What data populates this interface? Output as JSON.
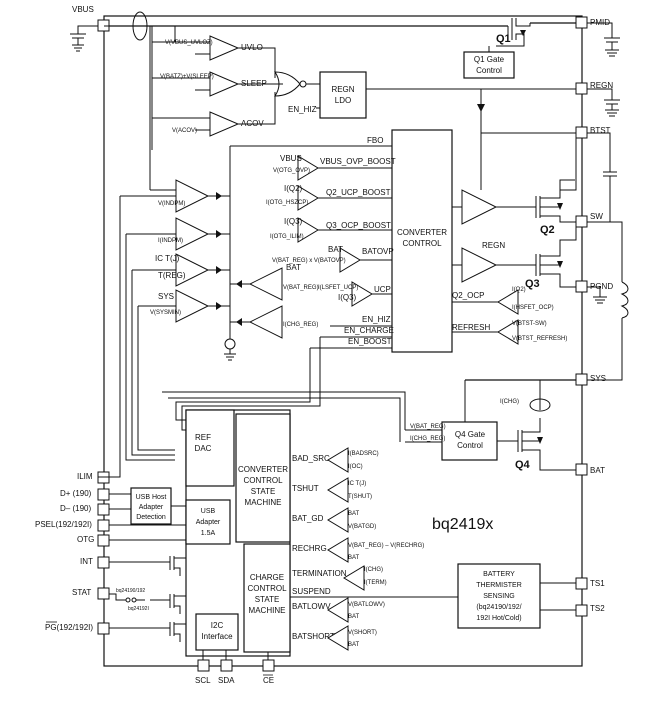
{
  "pins_left": {
    "vbus": "VBUS",
    "ilim": "ILIM",
    "dplus": "D+ (190)",
    "dminus": "D– (190)",
    "psel": "PSEL(192/192I)",
    "otg": "OTG",
    "int": "INT",
    "stat": "STAT",
    "pg": "PG(192/192I)"
  },
  "pins_right": {
    "pmid": "PMID",
    "regn": "REGN",
    "btst": "BTST",
    "sw": "SW",
    "pgnd": "PGND",
    "sys": "SYS",
    "bat": "BAT",
    "ts1": "TS1",
    "ts2": "TS2"
  },
  "pins_bottom": {
    "scl": "SCL",
    "sda": "SDA",
    "ce": "CE"
  },
  "part_number": "bq2419x",
  "transistors": {
    "q1": "Q1",
    "q2": "Q2",
    "q3": "Q3",
    "q4": "Q4"
  },
  "blocks": {
    "q1_gate": [
      "Q1 Gate",
      "Control"
    ],
    "regn_ldo": [
      "REGN",
      "LDO"
    ],
    "converter_control": [
      "CONVERTER",
      "CONTROL"
    ],
    "q4_gate": [
      "Q4 Gate",
      "Control"
    ],
    "ref_dac": [
      "REF",
      "DAC"
    ],
    "converter_sm": [
      "CONVERTER",
      "CONTROL",
      "STATE",
      "MACHINE"
    ],
    "charge_sm": [
      "CHARGE",
      "CONTROL",
      "STATE",
      "MACHINE"
    ],
    "usb_detect": [
      "USB Host",
      "Adapter",
      "Detection"
    ],
    "usb_adapter": [
      "USB",
      "Adapter",
      "1.5A"
    ],
    "i2c": [
      "I2C",
      "Interface"
    ],
    "thermistor": [
      "BATTERY",
      "THERMISTER",
      "SENSING",
      "(bq24190/192/",
      "192I Hot/Cold)"
    ]
  },
  "signals": {
    "uvlo": "UVLO",
    "sleep": "SLEEP",
    "acov": "ACOV",
    "en_hiz_top": "EN_HIZ",
    "fbo": "FBO",
    "vbus_uvloz": "V(VBUS_UVLOZ)",
    "vbat_vsleep": "V(BATZ)+V(SLEEP)",
    "vacov": "V(ACOV)",
    "vbus": "VBUS",
    "votg_ovp": "V(OTG_OVP)",
    "vbus_ovp_boost": "VBUS_OVP_BOOST",
    "iq2": "I(Q2)",
    "iotg_hszcp": "I(OTG_HSZCP)",
    "q2_ucp_boost": "Q2_UCP_BOOST",
    "iq3": "I(Q3)",
    "iotg_ilim": "I(OTG_ILIM)",
    "q3_ocp_boost": "Q3_OCP_BOOST",
    "bat": "BAT",
    "vbat_reg": "V(BAT_REG) x V(BATOVP)",
    "batovp": "BATOVP",
    "ilsfet_ucp": "I(LSFET_UCP)",
    "iq3b": "I(Q3)",
    "ucp": "UCP",
    "q2_ocp": "Q2_OCP",
    "iq2b": "I(Q2)",
    "ihsfet_ocp": "I(HSFET_OCP)",
    "refresh": "REFRESH",
    "vbtst_sw": "V(BTST-SW)",
    "vbtst_refresh": "V(BTST_REFRESH)",
    "en_hiz": "EN_HIZ",
    "en_charge": "EN_CHARGE",
    "en_boost": "EN_BOOST",
    "regn": "REGN",
    "vindpm": "V(INDPM)",
    "iindpm": "I(INDPM)",
    "ic_tj": "IC T(J)",
    "treg": "T(REG)",
    "sys": "SYS",
    "vsysmin": "V(SYSMIN)",
    "vbat_reg2": "V(BAT_REG)",
    "ichg_reg": "I(CHG_REG)",
    "bat2": "BAT",
    "vbat_reg3": "V(BAT_REG)",
    "ichg_reg2": "I(CHG_REG)",
    "ichg": "I(CHG)",
    "bad_src": "BAD_SRC",
    "ibadsrc": "I(BADSRC)",
    "ioc": "I(OC)",
    "tshut": "TSHUT",
    "ic_tj2": "IC T(J)",
    "tshut_ref": "T(SHUT)",
    "bat_gd": "BAT_GD",
    "bat3": "BAT",
    "vbatgd": "V(BATGD)",
    "rechrg": "RECHRG",
    "vrechrg": "V(BAT_REG) – V(RECHRG)",
    "bat4": "BAT",
    "termination": "TERMINATION",
    "ichg2": "I(CHG)",
    "iterm": "I(TERM)",
    "suspend": "SUSPEND",
    "batlowv": "BATLOWV",
    "vbatlowv": "V(BATLOWV)",
    "bat5": "BAT",
    "batshort": "BATSHORT",
    "vshort": "V(SHORT)",
    "bat6": "BAT",
    "stat_opt1": "bq24190/192",
    "stat_opt2": "bq24192I"
  }
}
